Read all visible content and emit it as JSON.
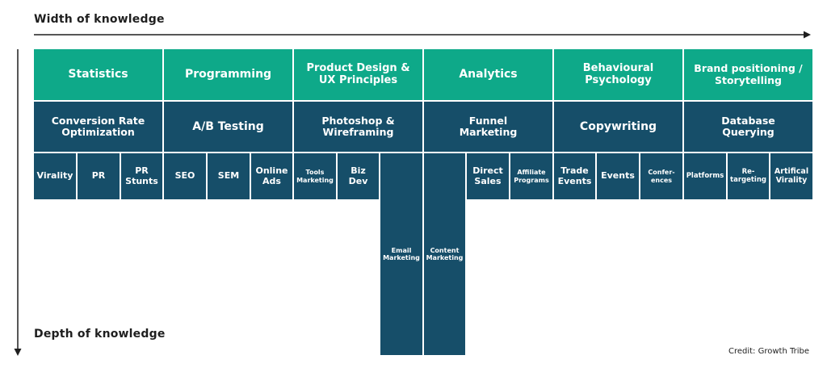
{
  "width_label": "Width of knowledge",
  "depth_label": "Depth of knowledge",
  "credit": "Credit: Growth Tribe",
  "colors": {
    "top_row": "#0ea989",
    "dark_rows": "#164e69",
    "text": "#ffffff"
  },
  "top_row": [
    "Statistics",
    "Programming",
    "Product Design &\nUX Principles",
    "Analytics",
    "Behavioural\nPsychology",
    "Brand positioning /\nStorytelling"
  ],
  "second_row": [
    "Conversion Rate\nOptimization",
    "A/B Testing",
    "Photoshop &\nWireframing",
    "Funnel\nMarketing",
    "Copywriting",
    "Database\nQuerying"
  ],
  "third_row": [
    "Virality",
    "PR",
    "PR\nStunts",
    "SEO",
    "SEM",
    "Online\nAds",
    "Tools\nMarketing",
    "Biz\nDev",
    "Email\nMarketing",
    "Content\nMarketing",
    "Direct\nSales",
    "Affiliate\nPrograms",
    "Trade\nEvents",
    "Events",
    "Confer-\nences",
    "Platforms",
    "Re-\ntargeting",
    "Artifical\nVirality"
  ]
}
